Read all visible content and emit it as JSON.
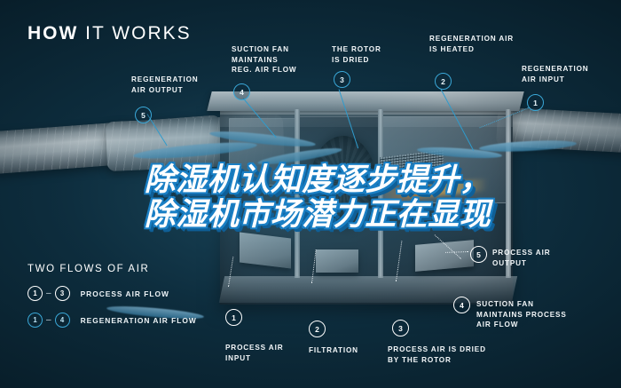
{
  "background_color": "#0d2f41",
  "accent_color": "#2f9bcc",
  "header": {
    "title_bold": "HOW",
    "title_light": "IT WORKS"
  },
  "overlay": {
    "line1": "除湿机认知度逐步提升，",
    "line2": "除湿机市场潜力正在显现",
    "text_color": "#ffffff",
    "outline_color": "#1a7fc4"
  },
  "callouts": [
    {
      "id": "regeneration-air-output",
      "number": "5",
      "label": "REGENERATION\nAIR OUTPUT",
      "marker_style": "blue"
    },
    {
      "id": "suction-fan-reg",
      "number": "4",
      "label": "SUCTION FAN\nMAINTAINS\nREG. AIR FLOW",
      "marker_style": "blue"
    },
    {
      "id": "rotor-is-dried",
      "number": "3",
      "label": "THE ROTOR\nIS DRIED",
      "marker_style": "blue"
    },
    {
      "id": "regeneration-air-heated",
      "number": "2",
      "label": "REGENERATION AIR\nIS HEATED",
      "marker_style": "blue"
    },
    {
      "id": "regeneration-air-input",
      "number": "1",
      "label": "REGENERATION\nAIR INPUT",
      "marker_style": "blue"
    },
    {
      "id": "process-air-output",
      "number": "5",
      "label": "PROCESS AIR\nOUTPUT",
      "marker_style": "white"
    },
    {
      "id": "suction-fan-process",
      "number": "4",
      "label": "SUCTION FAN\nMAINTAINS PROCESS\nAIR FLOW",
      "marker_style": "white"
    },
    {
      "id": "process-air-dried",
      "number": "3",
      "label": "PROCESS AIR IS DRIED\nBY THE ROTOR",
      "marker_style": "white"
    },
    {
      "id": "filtration",
      "number": "2",
      "label": "FILTRATION",
      "marker_style": "white"
    },
    {
      "id": "process-air-input",
      "number": "1",
      "label": "PROCESS AIR\nINPUT",
      "marker_style": "white"
    }
  ],
  "legend": {
    "title": "TWO FLOWS OF AIR",
    "rows": [
      {
        "from": "1",
        "dash": "–",
        "to": "3",
        "label": "PROCESS AIR FLOW",
        "style": "white"
      },
      {
        "from": "1",
        "dash": "–",
        "to": "4",
        "label": "REGENERATION AIR FLOW",
        "style": "blue"
      }
    ]
  }
}
